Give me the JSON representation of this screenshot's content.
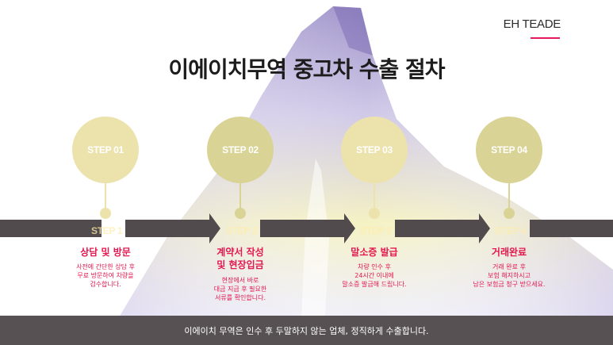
{
  "brand": {
    "name": "EH TEADE",
    "accent_color": "#e8195a"
  },
  "title": "이에이치무역 중고차 수출 절차",
  "steps": [
    {
      "badge": "STEP 01",
      "ghost": "STEP 1",
      "title_lines": [
        "상담 및 방문"
      ],
      "desc": "사전에 간단한 상담 후\n무료 방문하여 차량을\n검수합니다.",
      "circle_color": "#ece2ac"
    },
    {
      "badge": "STEP 02",
      "ghost": "STEP 2",
      "title_lines": [
        "계약서 작성",
        "및 현장입금"
      ],
      "desc": "현장에서 바로\n대금 지급 후 필요한\n서류를 확인합니다.",
      "circle_color": "#d9d395"
    },
    {
      "badge": "STEP 03",
      "ghost": "STEP 3",
      "title_lines": [
        "말소증 발급"
      ],
      "desc": "차량 인수 후\n24시간 이내에\n말소증 발급해 드립니다.",
      "circle_color": "#ece2ac"
    },
    {
      "badge": "STEP 04",
      "ghost": "STEP 4",
      "title_lines": [
        "거래완료"
      ],
      "desc": "거래 완료 후\n보험 해지하시고\n남은 보험금 청구 받으세요.",
      "circle_color": "#d9d395"
    }
  ],
  "colors": {
    "arrow": "#524b4d",
    "footer_bg": "#585153",
    "accent_text": "#e3174f"
  },
  "footer": {
    "text": "이에이치 무역은 인수 후 두말하지 않는 업체, 정직하게 수출합니다."
  }
}
